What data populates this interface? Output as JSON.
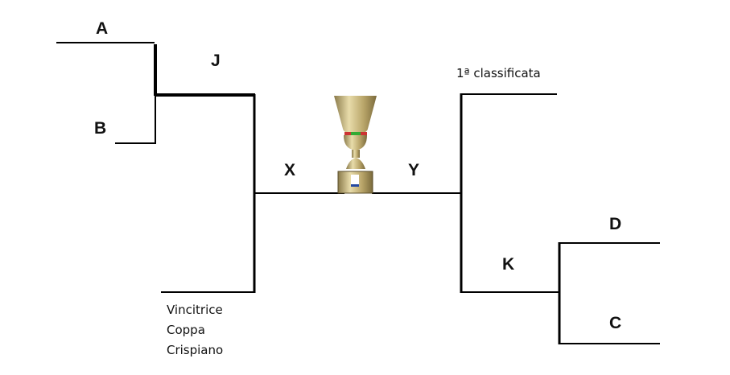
{
  "labels": {
    "a": "A",
    "b": "B",
    "j": "J",
    "x": "X",
    "y": "Y",
    "k": "K",
    "d": "D",
    "c": "C",
    "first_place": "1ª classificata",
    "cup_winner": [
      "Vincitrice",
      "Coppa",
      "Crispiano"
    ]
  },
  "colors": {
    "line": "#000000",
    "gold": "#c9b57a"
  }
}
